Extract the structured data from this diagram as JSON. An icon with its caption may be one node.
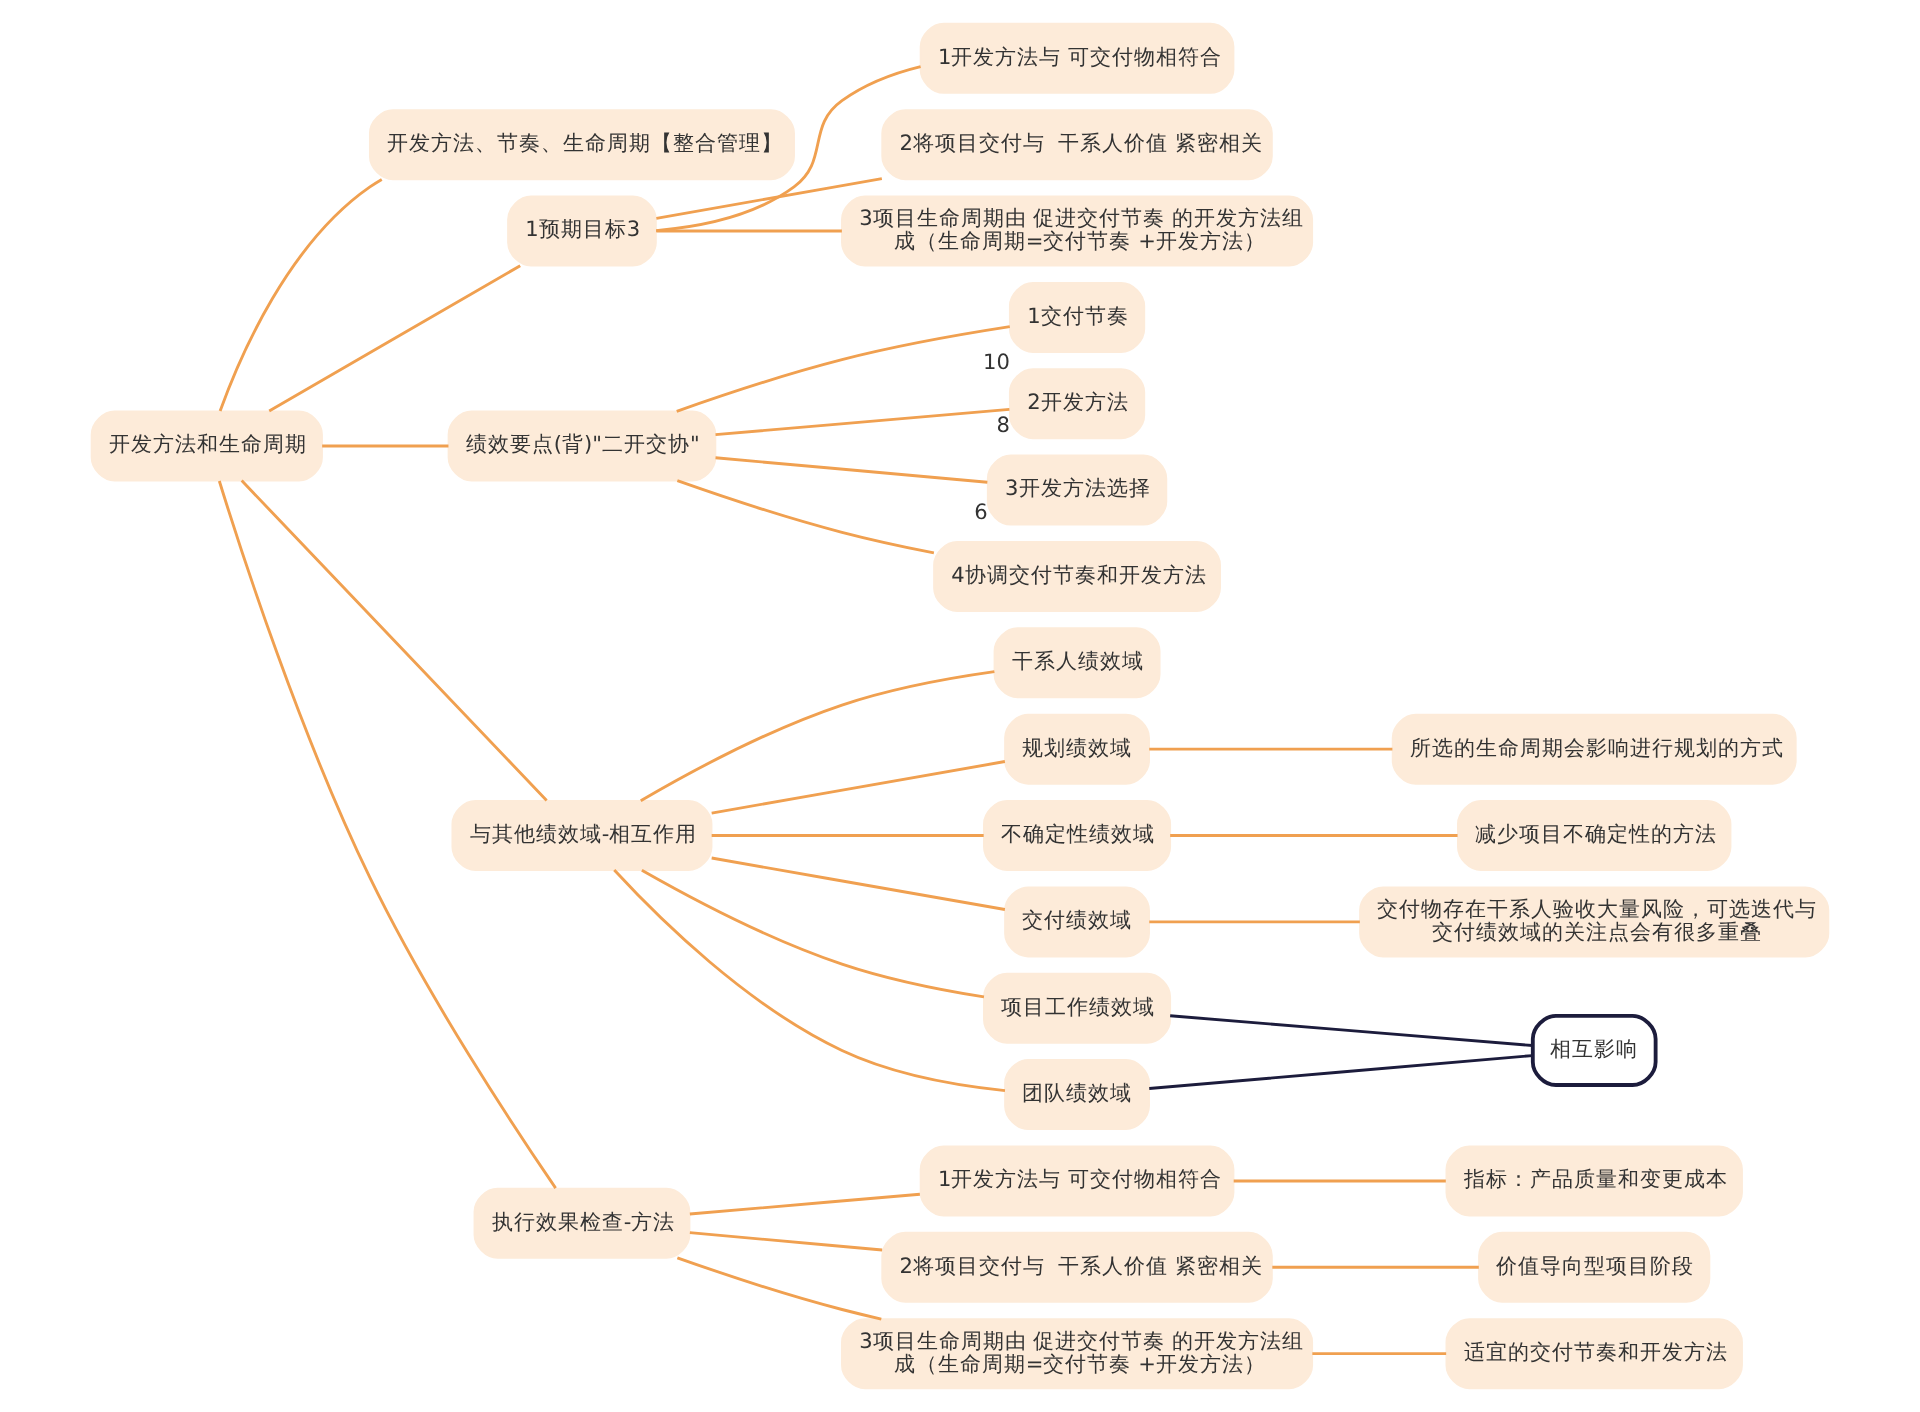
{
  "diagram": {
    "nodes": [
      {
        "text": [
          "开发方法和生命周期"
        ]
      },
      {
        "text": [
          "开发方法、节奏、生命周期【整合管理】"
        ]
      },
      {
        "text": [
          "1预期目标3"
        ]
      },
      {
        "text": [
          "1开发方法与 可交付物相符合"
        ]
      },
      {
        "text": [
          "2将项目交付与  干系人价值 紧密相关"
        ]
      },
      {
        "text": [
          "3项目生命周期由 促进交付节奏 的开发方法组成（生命周期=交付节奏 +开发方法）"
        ]
      },
      {
        "text": [
          "绩效要点(背)\"二开交协\""
        ]
      },
      {
        "text": [
          "1交付节奏"
        ],
        "beside": [
          "10"
        ]
      },
      {
        "text": [
          "2开发方法"
        ],
        "beside": [
          "8"
        ]
      },
      {
        "text": [
          "3开发方法选择"
        ],
        "beside": [
          "6"
        ]
      },
      {
        "text": [
          "4协调交付节奏和开发方法"
        ]
      },
      {
        "text": [
          "与其他绩效域-相互作用"
        ]
      },
      {
        "text": [
          "干系人绩效域"
        ]
      },
      {
        "text": [
          "规划绩效域"
        ]
      },
      {
        "text": [
          "所选的生命周期会影响进行规划的方式"
        ]
      },
      {
        "text": [
          "不确定性绩效域"
        ]
      },
      {
        "text": [
          "减少项目不确定性的方法"
        ]
      },
      {
        "text": [
          "交付绩效域"
        ]
      },
      {
        "text": [
          "交付物存在干系人验收大量风险，可选迭代与交付绩效域的关注点会有很多重叠"
        ]
      },
      {
        "text": [
          "项目工作绩效域"
        ]
      },
      {
        "text": [
          "团队绩效域"
        ]
      },
      {
        "text": [
          "相互影响"
        ]
      },
      {
        "text": [
          "执行效果检查-方法"
        ]
      },
      {
        "text": [
          "1开发方法与 可交付物相符合"
        ]
      },
      {
        "text": [
          "指标：产品质量和变更成本"
        ]
      },
      {
        "text": [
          "2将项目交付与  干系人价值 紧密相关"
        ]
      },
      {
        "text": [
          "价值导向型项目阶段"
        ]
      },
      {
        "text": [
          "3项目生命周期由 促进交付节奏 的开发方法组成（生命周期=交付节奏 +开发方法）"
        ]
      },
      {
        "text": [
          "适宜的交付节奏和开发方法"
        ]
      }
    ],
    "edges": [
      {
        "from": 0,
        "to": 1,
        "arrow": "none"
      },
      {
        "from": 0,
        "to": 2,
        "arrow": "none"
      },
      {
        "from": 2,
        "to": 3,
        "arrow": "none"
      },
      {
        "from": 2,
        "to": 4,
        "arrow": "none"
      },
      {
        "from": 2,
        "to": 5,
        "arrow": "none"
      },
      {
        "from": 0,
        "to": 6,
        "arrow": "none"
      },
      {
        "from": 6,
        "to": 7,
        "arrow": "none"
      },
      {
        "from": 6,
        "to": 8,
        "arrow": "none"
      },
      {
        "from": 6,
        "to": 9,
        "arrow": "none"
      },
      {
        "from": 6,
        "to": 10,
        "arrow": "none"
      },
      {
        "from": 0,
        "to": 11,
        "arrow": "none"
      },
      {
        "from": 11,
        "to": 12,
        "arrow": "none"
      },
      {
        "from": 11,
        "to": 13,
        "arrow": "none"
      },
      {
        "from": 13,
        "to": 14,
        "arrow": "none"
      },
      {
        "from": 11,
        "to": 15,
        "arrow": "none"
      },
      {
        "from": 15,
        "to": 16,
        "arrow": "none"
      },
      {
        "from": 11,
        "to": 17,
        "arrow": "none"
      },
      {
        "from": 17,
        "to": 18,
        "arrow": "none"
      },
      {
        "from": 11,
        "to": 19,
        "arrow": "none"
      },
      {
        "from": 11,
        "to": 20,
        "arrow": "none"
      },
      {
        "from": 19,
        "to": 21,
        "arrow": "none",
        "color": "#1c1c3c"
      },
      {
        "from": 20,
        "to": 21,
        "arrow": "none",
        "color": "#1c1c3c"
      },
      {
        "from": 0,
        "to": 22,
        "arrow": "none"
      },
      {
        "from": 22,
        "to": 23,
        "arrow": "none"
      },
      {
        "from": 23,
        "to": 24,
        "arrow": "none"
      },
      {
        "from": 22,
        "to": 25,
        "arrow": "none"
      },
      {
        "from": 25,
        "to": 26,
        "arrow": "none"
      },
      {
        "from": 22,
        "to": 27,
        "arrow": "none"
      },
      {
        "from": 27,
        "to": 28,
        "arrow": "none"
      }
    ]
  }
}
